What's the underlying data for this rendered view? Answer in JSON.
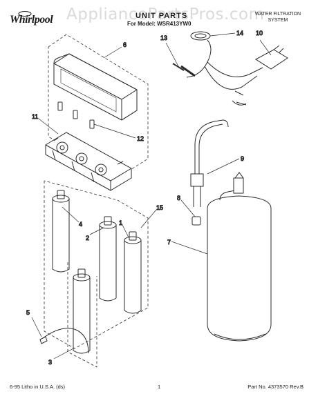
{
  "header": {
    "brand": "Whirlpool",
    "watermark": "AppliancePartsPros.com",
    "title": "UNIT PARTS",
    "model": "For Model: WSR413YW0",
    "section_line1": "WATER FILTRATION",
    "section_line2": "SYSTEM"
  },
  "callouts": {
    "c1": "1",
    "c2": "2",
    "c3": "3",
    "c4": "4",
    "c5": "5",
    "c6": "6",
    "c7": "7",
    "c8": "8",
    "c9": "9",
    "c10": "10",
    "c11": "11",
    "c12": "12",
    "c13": "13",
    "c14": "14",
    "c15": "15"
  },
  "footer": {
    "left": "6-95  Litho in U.S.A. (ds)",
    "page": "1",
    "right": "Part No. 4373570 Rev.B"
  }
}
